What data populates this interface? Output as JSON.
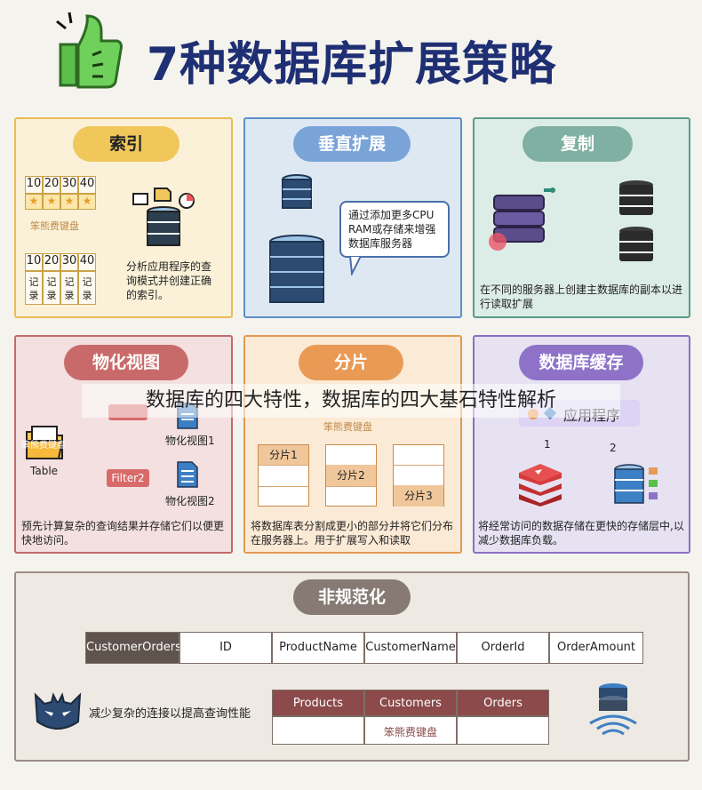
{
  "header": {
    "title": "7种数据库扩展策略"
  },
  "index": {
    "label": "索引",
    "top_row": [
      "10",
      "20",
      "30",
      "40"
    ],
    "star_row": [
      "★",
      "★",
      "★",
      "★"
    ],
    "record_row": [
      "记录",
      "记录",
      "记录",
      "记录"
    ],
    "bottom_row": [
      "10",
      "20",
      "30",
      "40"
    ],
    "watermark": "笨熊费键盘",
    "description": "分析应用程序的查询模式并创建正确的索引。"
  },
  "vertical": {
    "label": "垂直扩展",
    "speech": "通过添加更多CPU RAM或存储来增强数据库服务器"
  },
  "replication": {
    "label": "复制",
    "description": "在不同的服务器上创建主数据库的副本以进行读取扩展"
  },
  "materialized": {
    "label": "物化视图",
    "table_label": "Table",
    "stamp": "笨熊费键盘",
    "filter2": "Filter2",
    "view1": "物化视图1",
    "view2": "物化视图2",
    "description": "预先计算复杂的查询结果并存储它们以便更快地访问。"
  },
  "sharding": {
    "label": "分片",
    "watermark": "笨熊费键盘",
    "shards": [
      "分片1",
      "分片2",
      "分片3"
    ],
    "description": "将数据库表分割成更小的部分并将它们分布在服务器上。用于扩展写入和读取"
  },
  "caching": {
    "label": "数据库缓存",
    "app_fragment": "应用程序",
    "route1": "1",
    "route2": "2",
    "description": "将经常访问的数据存储在更快的存储层中,以减少数据库负载。"
  },
  "denorm": {
    "label": "非规范化",
    "columns": [
      "CustomerOrders",
      "ID",
      "ProductName",
      "CustomerName",
      "OrderId",
      "OrderAmount"
    ],
    "sources": [
      "Products",
      "Customers",
      "Orders"
    ],
    "watermark": "笨熊费键盘",
    "description": "减少复杂的连接以提高查询性能"
  },
  "overlay": {
    "caption": "数据库的四大特性，数据库的四大基石特性解析"
  },
  "colors": {
    "title": "#1f2f73",
    "index_border": "#e8bc55",
    "vertical_border": "#5d8fc7",
    "replication_border": "#5a9b8a",
    "materialized_border": "#c46a6a",
    "sharding_border": "#e29a52",
    "caching_border": "#8a6fc4",
    "denorm_border": "#9a8e86"
  },
  "icons": [
    "thumbs-up-icon",
    "database-icon",
    "folder-icon",
    "document-icon",
    "redis-icon",
    "batman-icon",
    "wifi-icon"
  ]
}
